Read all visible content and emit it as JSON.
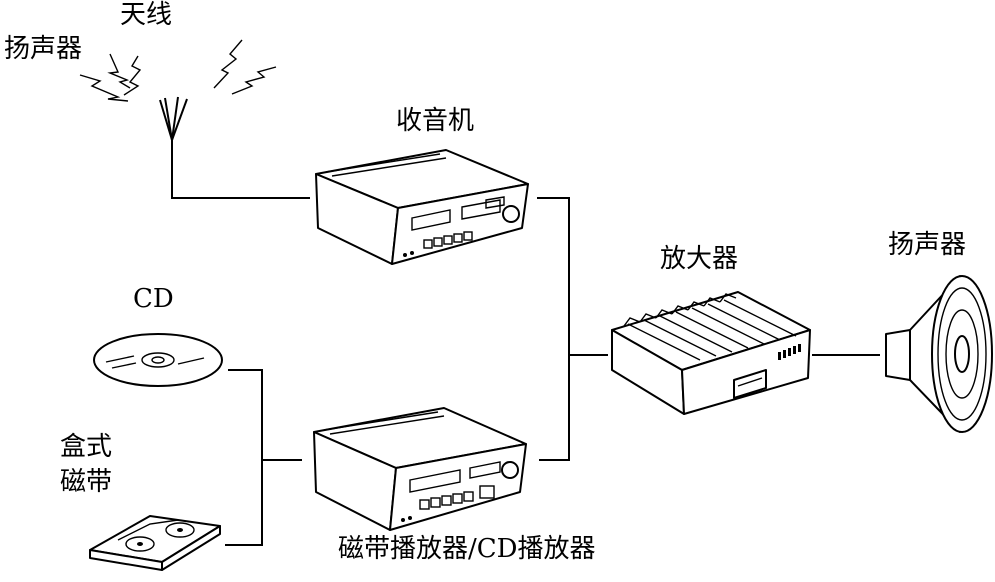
{
  "labels": {
    "antenna_speaker": "扬声器",
    "antenna": "天线",
    "radio": "收音机",
    "amplifier": "放大器",
    "output_speaker": "扬声器",
    "cd": "CD",
    "cassette": "盒式\n磁带",
    "player": "磁带播放器/CD播放器"
  },
  "icons": {
    "antenna": "antenna-icon",
    "radio": "radio-receiver-icon",
    "player": "tape-cd-player-icon",
    "amplifier": "amplifier-icon",
    "speaker": "loudspeaker-icon",
    "cd": "compact-disc-icon",
    "cassette": "cassette-tape-icon",
    "signal": "lightning-bolt-icon"
  }
}
